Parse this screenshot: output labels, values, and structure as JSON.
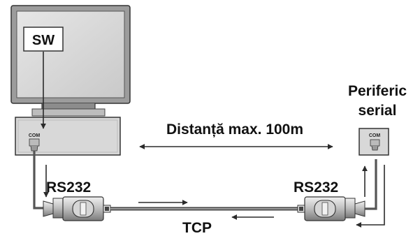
{
  "software": {
    "label": "SW"
  },
  "pc": {
    "port_label": "COM"
  },
  "peripheral": {
    "title_line1": "Periferic",
    "title_line2": "serial",
    "port_label": "COM"
  },
  "link": {
    "distance_label": "Distanță max. 100m"
  },
  "converters": {
    "left_label": "RS232",
    "right_label": "RS232"
  },
  "network": {
    "label": "TCP"
  }
}
